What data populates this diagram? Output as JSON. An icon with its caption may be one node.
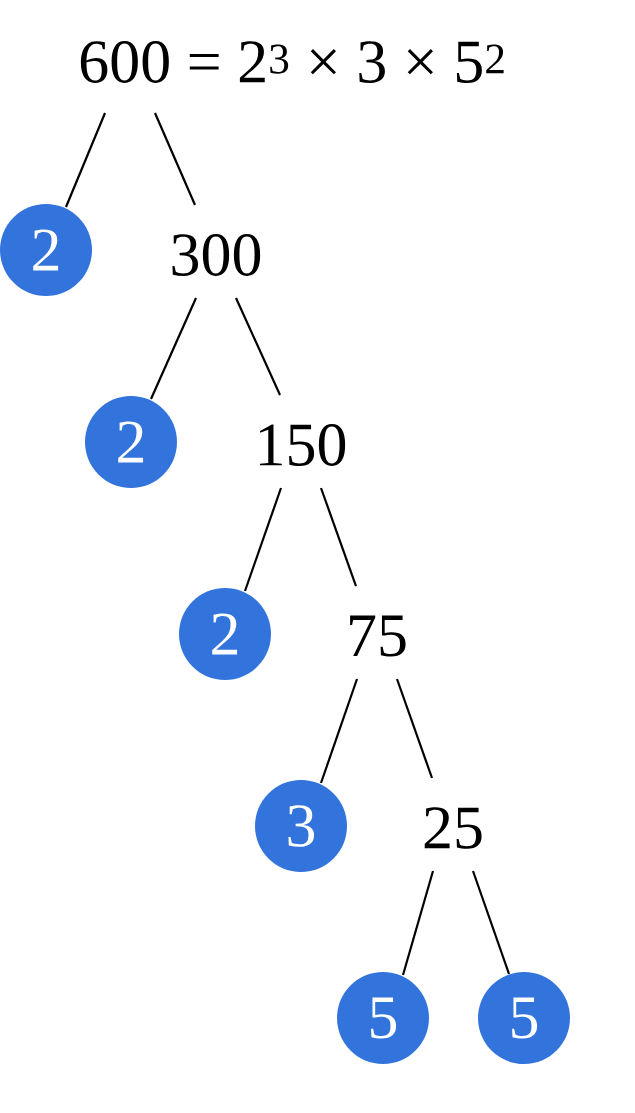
{
  "diagram": {
    "nodes": [
      {
        "text": [
          "600 = 2$^{3}$ × 3 × 5$^{2}$"
        ]
      },
      {
        "text": [
          "2"
        ]
      },
      {
        "text": [
          "300"
        ]
      },
      {
        "text": [
          "2"
        ]
      },
      {
        "text": [
          "150"
        ]
      },
      {
        "text": [
          "2"
        ]
      },
      {
        "text": [
          "75"
        ]
      },
      {
        "text": [
          "3"
        ]
      },
      {
        "text": [
          "25"
        ]
      },
      {
        "text": [
          "5"
        ]
      },
      {
        "text": [
          "5"
        ]
      }
    ],
    "edges": [
      {
        "from": 0,
        "to": 1,
        "arrow": "none"
      },
      {
        "from": 0,
        "to": 2,
        "arrow": "none"
      },
      {
        "from": 2,
        "to": 3,
        "arrow": "none"
      },
      {
        "from": 2,
        "to": 4,
        "arrow": "none"
      },
      {
        "from": 4,
        "to": 5,
        "arrow": "none"
      },
      {
        "from": 4,
        "to": 6,
        "arrow": "none"
      },
      {
        "from": 6,
        "to": 7,
        "arrow": "none"
      },
      {
        "from": 6,
        "to": 8,
        "arrow": "none"
      },
      {
        "from": 8,
        "to": 9,
        "arrow": "none"
      },
      {
        "from": 8,
        "to": 10,
        "arrow": "none"
      }
    ]
  }
}
